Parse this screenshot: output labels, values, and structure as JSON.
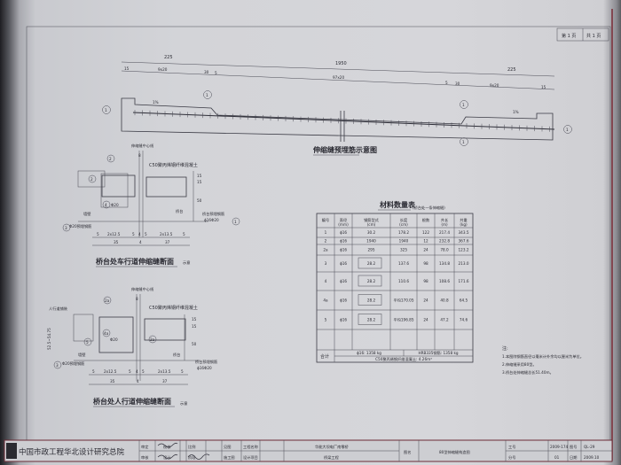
{
  "page_box": {
    "page": "第 1 页",
    "total": "共 1 页"
  },
  "elevation": {
    "caption": "伸缩缝预埋筋示意图",
    "dims_top": [
      "225",
      "1950",
      "225"
    ],
    "dims_sub": [
      "15",
      "9x20",
      "30",
      "5",
      "97x20",
      "5",
      "30",
      "9x20",
      "15"
    ],
    "slope_left": "1%",
    "slope_right": "1%",
    "marker": "1"
  },
  "section_road": {
    "caption": "桥台处车行道伸缩缝断面",
    "scale": "示意",
    "center_label": "伸缩缝中心线",
    "concrete_label": "C50聚丙烯钢纤维混凝土",
    "wall_label": "墙壁",
    "abutment_label": "桥台",
    "rebar_left": "Φ20预埋钢筋",
    "rebar_right": "桥台预埋钢筋",
    "rebar_right_spec": "ϕ16Φ20",
    "spacing_label": "Φ20",
    "dims_row1": [
      "5",
      "2x12.5",
      "5",
      "4",
      "5",
      "2x13.5",
      "5"
    ],
    "dims_row2": [
      "35",
      "4",
      "37"
    ],
    "dim_gap": "8",
    "dim_right": [
      "15",
      "15",
      "50"
    ],
    "markers": [
      "2",
      "2",
      "3",
      "4",
      "1"
    ]
  },
  "section_walk": {
    "caption": "桥台处人行道伸缩缝断面",
    "scale": "示意",
    "center_label": "伸缩缝中心线",
    "concrete_label": "C50聚丙烯钢纤维混凝土",
    "walk_label": "人行道铺装",
    "wall_label": "墙壁",
    "abutment_label": "桥台",
    "rebar_left": "Φ20预埋钢筋",
    "rebar_right": "桥台预埋钢筋",
    "rebar_right_spec": "ϕ16Φ20",
    "spacing_label": "Φ20",
    "dims_left": "52.5~54.75",
    "dims_row1": [
      "5",
      "2x12.5",
      "5",
      "4",
      "5",
      "2x13.5",
      "5"
    ],
    "dims_row2": [
      "35",
      "4",
      "37"
    ],
    "dim_gap": "8",
    "dim_right": [
      "15",
      "15",
      "50"
    ],
    "markers": [
      "2a",
      "4a",
      "5",
      "2a",
      "3"
    ]
  },
  "material_table": {
    "title": "材料数量表",
    "subtitle": "(桥台处一条伸缩缝)",
    "headers": [
      "编号",
      "直径\n(mm)",
      "钢筋型式\n(cm)",
      "长度\n(cm)",
      "根数",
      "共长\n(m)",
      "共重\n(kg)"
    ],
    "header_main": [
      "编号",
      "直径",
      "钢筋型式",
      "长度",
      "根数",
      "共长",
      "共重"
    ],
    "header_unit": [
      "",
      "(mm)",
      "(cm)",
      "(cm)",
      "",
      "(m)",
      "(kg)"
    ],
    "rows": [
      {
        "no": "1",
        "dia": "ϕ16",
        "shape": "30.2",
        "len": "178.2",
        "count": "122",
        "total_len": "217.4",
        "weight": "343.5"
      },
      {
        "no": "2",
        "dia": "ϕ16",
        "shape": "1940",
        "len": "1940",
        "count": "12",
        "total_len": "232.8",
        "weight": "367.6"
      },
      {
        "no": "2a",
        "dia": "ϕ16",
        "shape": "295",
        "len": "325",
        "count": "24",
        "total_len": "78.0",
        "weight": "123.2"
      },
      {
        "no": "3",
        "dia": "ϕ16",
        "shape": "28.2",
        "len": "137.6",
        "count": "98",
        "total_len": "134.8",
        "weight": "213.0"
      },
      {
        "no": "4",
        "dia": "ϕ16",
        "shape": "28.2",
        "len": "110.6",
        "count": "98",
        "total_len": "108.6",
        "weight": "171.6"
      },
      {
        "no": "4a",
        "dia": "ϕ16",
        "shape": "28.2",
        "len": "平均170.05",
        "count": "24",
        "total_len": "40.8",
        "weight": "64.5"
      },
      {
        "no": "5",
        "dia": "ϕ16",
        "shape": "28.2",
        "len": "平均196.85",
        "count": "24",
        "total_len": "47.2",
        "weight": "74.6"
      }
    ],
    "total_label": "合计",
    "total_steel": "ϕ16: 1358 kg",
    "total_hrb": "HRB335钢筋: 1358 kg",
    "total_concrete": "C50聚丙烯钢纤维混凝土: 4.26m³"
  },
  "notes": {
    "title": "注:",
    "items": [
      "1.本图除钢筋直径以毫米计外余均以厘米为单位。",
      "2.伸缩缝采用80型。",
      "3.桥台处伸缩缝总长51.40m。"
    ]
  },
  "title_block": {
    "institute": "中国市政工程华北设计研究总院",
    "shending": "审定",
    "shenhe": "审核",
    "jiaohe": "校核",
    "sheji": "设计",
    "bili": "比例",
    "bili_val": "见图",
    "jieduan": "阶段",
    "jieduan_val": "施工图",
    "project_label": "工程名称",
    "project": "华能大坝电厂南零桥",
    "item_label": "设计项目",
    "item": "桥梁工程",
    "drawing_label": "图名",
    "drawing": "80型伸缩缝构造图",
    "job_label": "工号",
    "job": "2009-174",
    "fig_label": "图号",
    "fig": "QL-29",
    "sub_label": "分号",
    "sub": "01",
    "date_label": "日期",
    "date": "2009.10"
  }
}
